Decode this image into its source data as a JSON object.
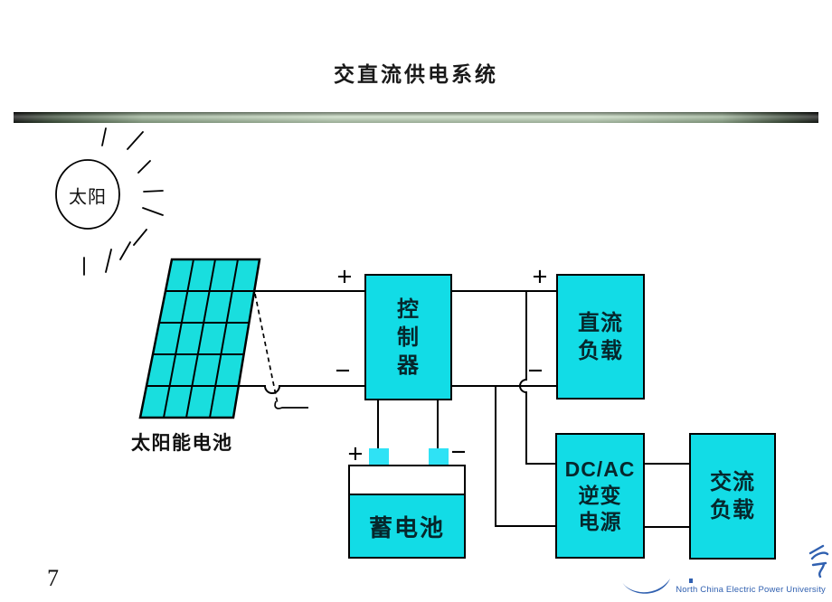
{
  "slide": {
    "title": "交直流供电系统"
  },
  "diagram": {
    "sun_label": "太阳",
    "panel_label": "太阳能电池",
    "controller_label": "控\n制\n器",
    "dc_load_label": "直流\n负载",
    "inverter_label": "DC/AC\n逆变\n电源",
    "ac_load_label": "交流\n负载",
    "battery_label": "蓄电池",
    "signs": {
      "plus": "+",
      "minus": "−"
    }
  },
  "footer": {
    "page_number": "7",
    "university_name": "North China Electric Power University"
  },
  "colors": {
    "box_fill": "#12dce6",
    "panel_fill": "#19dede",
    "terminal_fill": "#2fe2f5",
    "logo_blue": "#3060b0",
    "line": "#000000"
  }
}
